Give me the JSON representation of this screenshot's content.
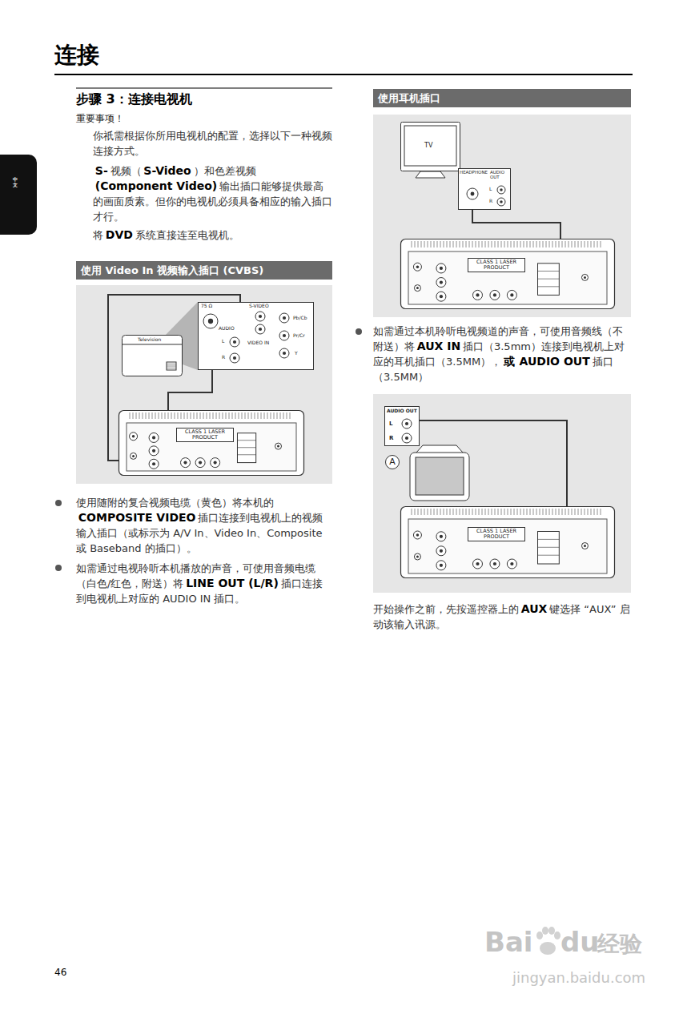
{
  "diagram": {
    "title": "连接",
    "nodes": [
      {
        "text": [
          "中文"
        ]
      },
      {
        "text": [
          "使用 Video In 视频输入插口 (CVBS)"
        ]
      },
      {
        "text": [
          "使用耳机插口"
        ]
      },
      {
        "text": [
          "Television"
        ]
      },
      {
        "text": [
          "75 Ω",
          "S-VIDEO",
          "AUDIO",
          "VIDEO IN",
          "Pb/Cb",
          "Pr/Cr",
          "Y",
          "L",
          "R"
        ]
      },
      {
        "text": [
          "CLASS 1 LASER PRODUCT"
        ]
      },
      {
        "text": [
          "TV"
        ]
      },
      {
        "text": [
          "HEADPHONE",
          "AUDIO OUT",
          "L",
          "R"
        ]
      },
      {
        "text": [
          "CLASS 1 LASER PRODUCT"
        ]
      },
      {
        "text": [
          "AUDIO OUT",
          "L",
          "R"
        ]
      },
      {
        "text": [
          "A"
        ]
      },
      {
        "text": [
          "CLASS 1 LASER PRODUCT"
        ]
      }
    ],
    "edges": [
      {
        "from": 4,
        "to": 5,
        "arrow": "none"
      },
      {
        "from": 4,
        "to": 5,
        "arrow": "none"
      },
      {
        "from": 7,
        "to": 8,
        "arrow": "none"
      },
      {
        "from": 9,
        "to": 11,
        "arrow": "none"
      }
    ],
    "labels": [
      "步骤 3：连接电视机",
      "重要事项！",
      "你祇需根据你所用电视机的配置，选择以下一种视频连接方式。",
      "S-",
      "视频（",
      "S-Video",
      "）和色差视频",
      "(Component Video)",
      "输出插口能够提供最高的画面质素。但你的电视机必须具备相应的输入插口才行。",
      "将",
      "DVD",
      "系统直接连至电视机。",
      "使用随附的复合视频电缆（黄色）将本机的",
      "COMPOSITE VIDEO",
      "插口连接到电视机上的视频输入插口（或标示为 A/V In、Video In、Composite 或 Baseband 的插口）。",
      "如需通过电视聆听本机播放的声音，可使用音频电缆（白色/红色，附送）将",
      "LINE OUT (L/R)",
      "插口连接到电视机上对应的 AUDIO IN 插口。",
      "如需通过本机聆听电视频道的声音，可使用音频线（不附送）将",
      "AUX IN",
      "插口（3.5mm）连接到电视机上对应的耳机插口（3.5MM），",
      "或",
      "AUDIO OUT",
      "插口（3.5MM）",
      "开始操作之前，先按遥控器上的",
      "AUX",
      "键选择 “AUX” 启动该输入讯源。",
      "46",
      "Bai",
      "du",
      "经验",
      "jingyan.baidu.com"
    ]
  }
}
